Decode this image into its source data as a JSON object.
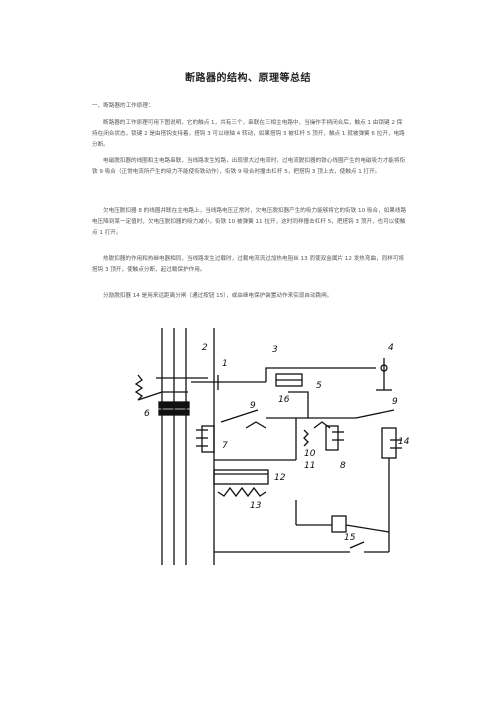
{
  "title": "断路器的结构、原理等总结",
  "section_heading": "一、断路器的工作原理：",
  "paragraphs": [
    "断路器的工作原理可用下图说明，它的触点 1，共有三个，串联在三相主电路中，当操作手柄闭合后，触点 1 由锁键 2 保持在闭合状态，锁键 2 是由搭钩支持着，搭钩 3 可以绕轴 4 转动，如果搭钩 3 被杠杆 5 顶开，触点 1 就被弹簧 6 拉开，电路分断。",
    "电磁脱扣器的线圈和主电路串联，当线路发生短路，出现很大过电流时，过电流脱扣器的铁心线圈产生的电磁吸力才能将衔铁 9 吸合（正常电流所产生的吸力不能使衔铁动作），衔铁 9 吸合时撞击杠杆 5，把搭钩 3 顶上去，使触点 1 打开。",
    "欠电压脱扣器 8 的线圈并联在主电路上，当线路电压正常时，欠电压脱扣器产生的吸力能够将它的衔铁 10 吸合，如果线路电压降到某一定值时，欠电压脱扣器的吸力减小，衔铁 10 被弹簧 11 拉开，这时同样撞击杠杆 5，把搭钩 3 顶开，也可以使触点 1 打开。",
    "热脱扣器的作用和热继电器相同，当线路发生过载时，过载电流流过加热电阻丝 13 而使双金属片 12 发热弯曲，同样可将搭钩 3 顶开，使触点分断，起过载保护作用。",
    "分励脱扣器 14 是用来远距离分闸（通过按钮 15），或由继电保护装置动作来实现自动跳闸。"
  ],
  "figure": {
    "labels": [
      "1",
      "2",
      "3",
      "4",
      "5",
      "6",
      "7",
      "8",
      "9",
      "9",
      "10",
      "11",
      "12",
      "13",
      "14",
      "15",
      "16"
    ]
  }
}
